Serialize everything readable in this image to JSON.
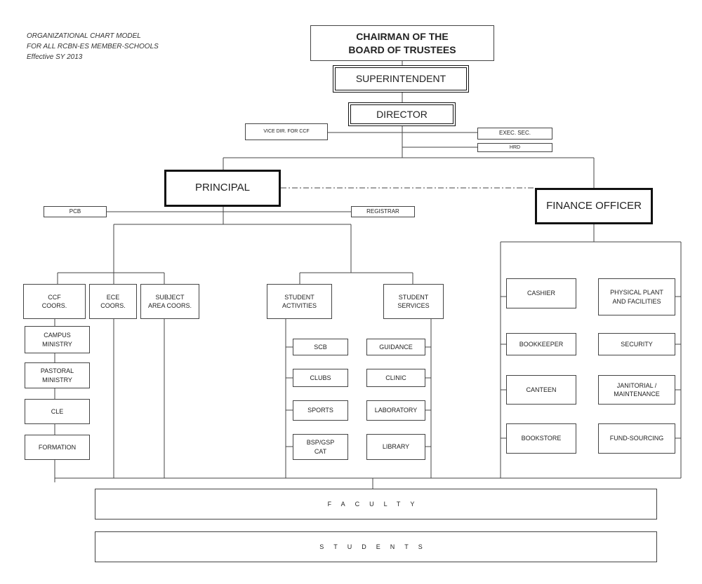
{
  "note": "ORGANIZATIONAL CHART MODEL\nFOR ALL RCBN-ES MEMBER-SCHOOLS\nEffective SY 2013",
  "top": {
    "chairman": "CHAIRMAN OF THE\nBOARD OF TRUSTEES",
    "superintendent": "SUPERINTENDENT",
    "director": "DIRECTOR",
    "vice_dir": "VICE DIR. FOR CCF",
    "exec_sec": "EXEC. SEC.",
    "hrd": "HRD"
  },
  "principal_branch": {
    "principal": "PRINCIPAL",
    "pcb": "PCB",
    "registrar": "REGISTRAR",
    "ccf_coors": "CCF\nCOORS.",
    "ece_coors": "ECE\nCOORS.",
    "subject_area_coors": "SUBJECT\nAREA COORS.",
    "ccf_units": [
      "CAMPUS\nMINISTRY",
      "PASTORAL\nMINISTRY",
      "CLE",
      "FORMATION"
    ],
    "student_activities": "STUDENT\nACTIVITIES",
    "student_services": "STUDENT\nSERVICES",
    "activities_units": [
      "SCB",
      "CLUBS",
      "SPORTS",
      "BSP/GSP\nCAT"
    ],
    "services_units": [
      "GUIDANCE",
      "CLINIC",
      "LABORATORY",
      "LIBRARY"
    ]
  },
  "finance_branch": {
    "finance_officer": "FINANCE OFFICER",
    "units_left": [
      "CASHIER",
      "BOOKKEEPER",
      "CANTEEN",
      "BOOKSTORE"
    ],
    "units_right": [
      "PHYSICAL PLANT\nAND FACILITIES",
      "SECURITY",
      "JANITORIAL /\nMAINTENANCE",
      "FUND-SOURCING"
    ]
  },
  "bottom": {
    "faculty": "FACULTY",
    "students": "STUDENTS"
  }
}
